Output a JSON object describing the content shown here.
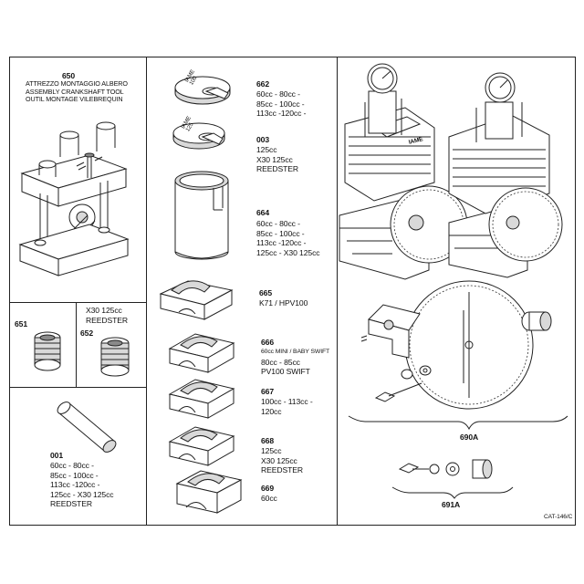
{
  "parts": {
    "p650": {
      "number": "650",
      "lines": [
        "ATTREZZO MONTAGGIO ALBERO",
        "ASSEMBLY CRANKSHAFT TOOL",
        "OUTIL MONTAGE VILEBREQUIN"
      ]
    },
    "p651": {
      "number": "651"
    },
    "p652": {
      "number": "652",
      "header": [
        "X30 125cc",
        "REEDSTER"
      ]
    },
    "p001": {
      "number": "001",
      "lines": [
        "60cc - 80cc -",
        "85cc - 100cc -",
        "113cc -120cc -",
        "125cc - X30 125cc",
        "REEDSTER"
      ]
    },
    "p662": {
      "number": "662",
      "lines": [
        "60cc - 80cc -",
        "85cc - 100cc -",
        "113cc -120cc -"
      ],
      "stamp": [
        "IAME",
        "100"
      ]
    },
    "p003": {
      "number": "003",
      "lines": [
        "125cc",
        "X30 125cc",
        "REEDSTER"
      ],
      "stamp": [
        "IAME",
        "125"
      ]
    },
    "p664": {
      "number": "664",
      "lines": [
        "60cc - 80cc -",
        "85cc - 100cc -",
        "113cc -120cc -",
        "125cc - X30 125cc"
      ]
    },
    "p665": {
      "number": "665",
      "lines": [
        "K71 / HPV100"
      ]
    },
    "p666": {
      "number": "666",
      "lines": [
        "60cc MINI / BABY SWIFT",
        "80cc - 85cc",
        "PV100 SWIFT"
      ]
    },
    "p667": {
      "number": "667",
      "lines": [
        "100cc - 113cc -",
        "120cc"
      ]
    },
    "p668": {
      "number": "668",
      "lines": [
        "125cc",
        "X30 125cc",
        "REEDSTER"
      ]
    },
    "p669": {
      "number": "669",
      "lines": [
        "60cc"
      ]
    },
    "p690A": {
      "number": "690A"
    },
    "p691A": {
      "number": "691A"
    }
  },
  "engine_logo": "IAME",
  "catalog_ref": "CAT-146/C"
}
